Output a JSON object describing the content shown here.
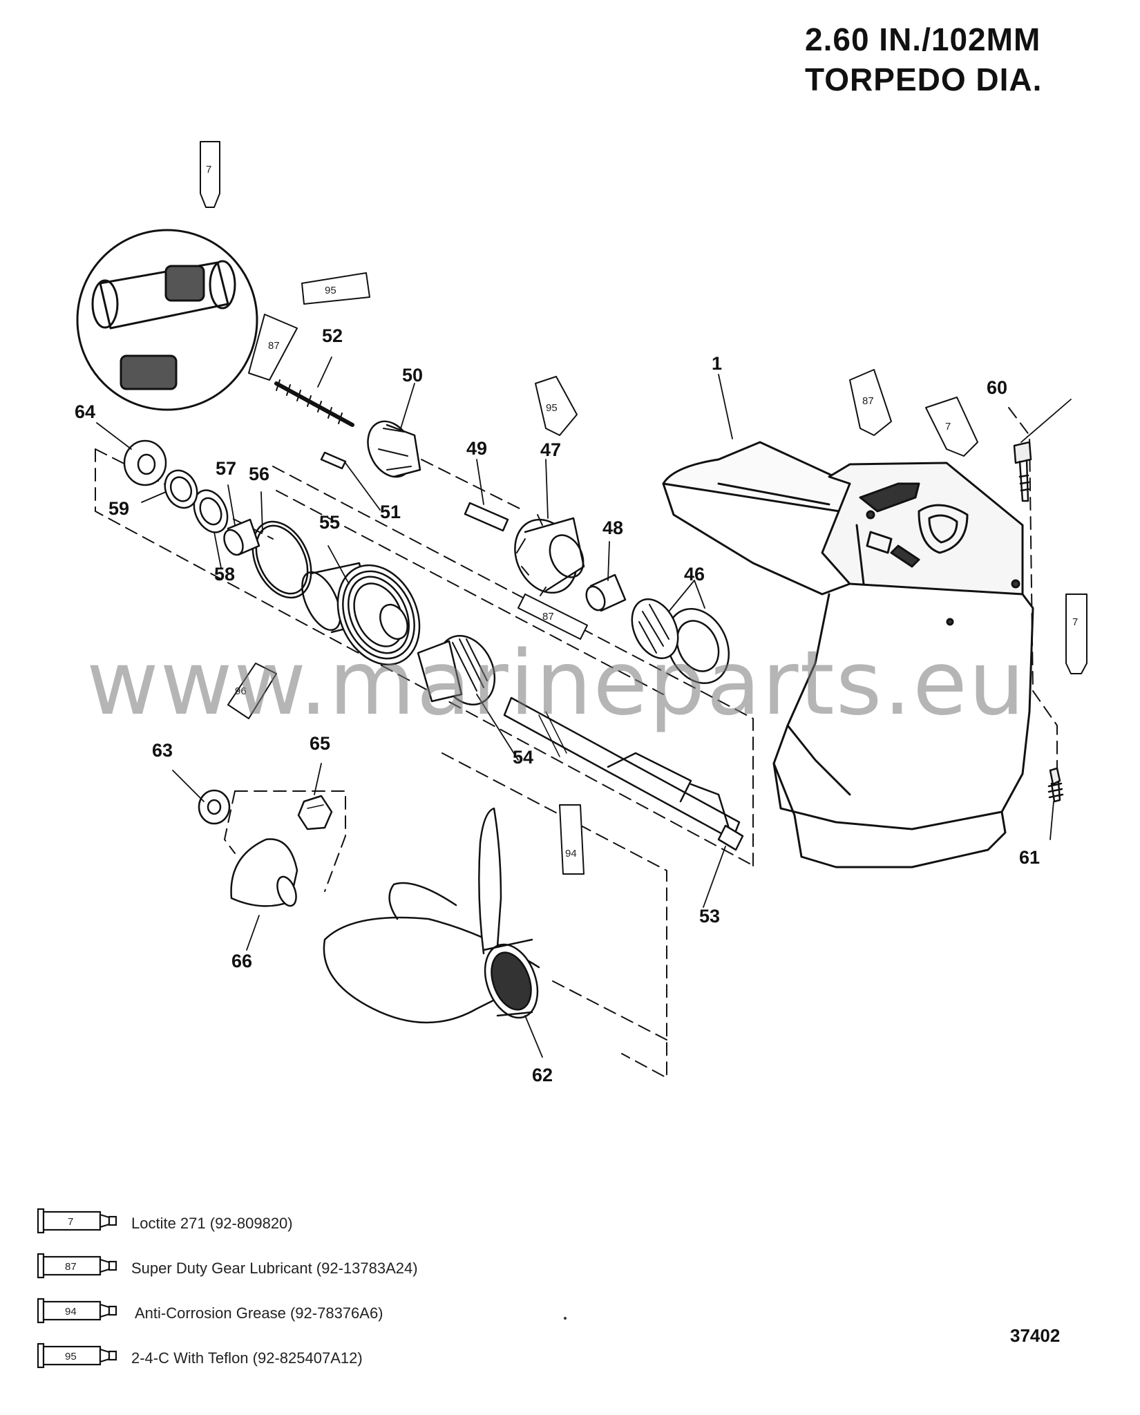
{
  "header": {
    "line1": "2.60 IN./102MM",
    "line2": "TORPEDO DIA."
  },
  "watermark": "www.marineparts.eu",
  "callouts": [
    "1",
    "46",
    "47",
    "48",
    "49",
    "50",
    "51",
    "52",
    "53",
    "54",
    "55",
    "56",
    "57",
    "58",
    "59",
    "60",
    "61",
    "62",
    "63",
    "64",
    "65",
    "66"
  ],
  "tube_labels": [
    "7",
    "95",
    "87",
    "95",
    "87",
    "7",
    "87",
    "7",
    "96",
    "94"
  ],
  "legend": [
    {
      "code": "7",
      "text": "Loctite 271 (92-809820)"
    },
    {
      "code": "87",
      "text": "Super Duty Gear Lubricant (92-13783A24)"
    },
    {
      "code": "94",
      "text": "Anti-Corrosion Grease (92-78376A6)"
    },
    {
      "code": "95",
      "text": "2-4-C With Teflon (92-825407A12)"
    }
  ],
  "drawing_id": "37402",
  "colors": {
    "ink": "#111111",
    "watermark": "#8a8a8a",
    "background": "#ffffff"
  }
}
